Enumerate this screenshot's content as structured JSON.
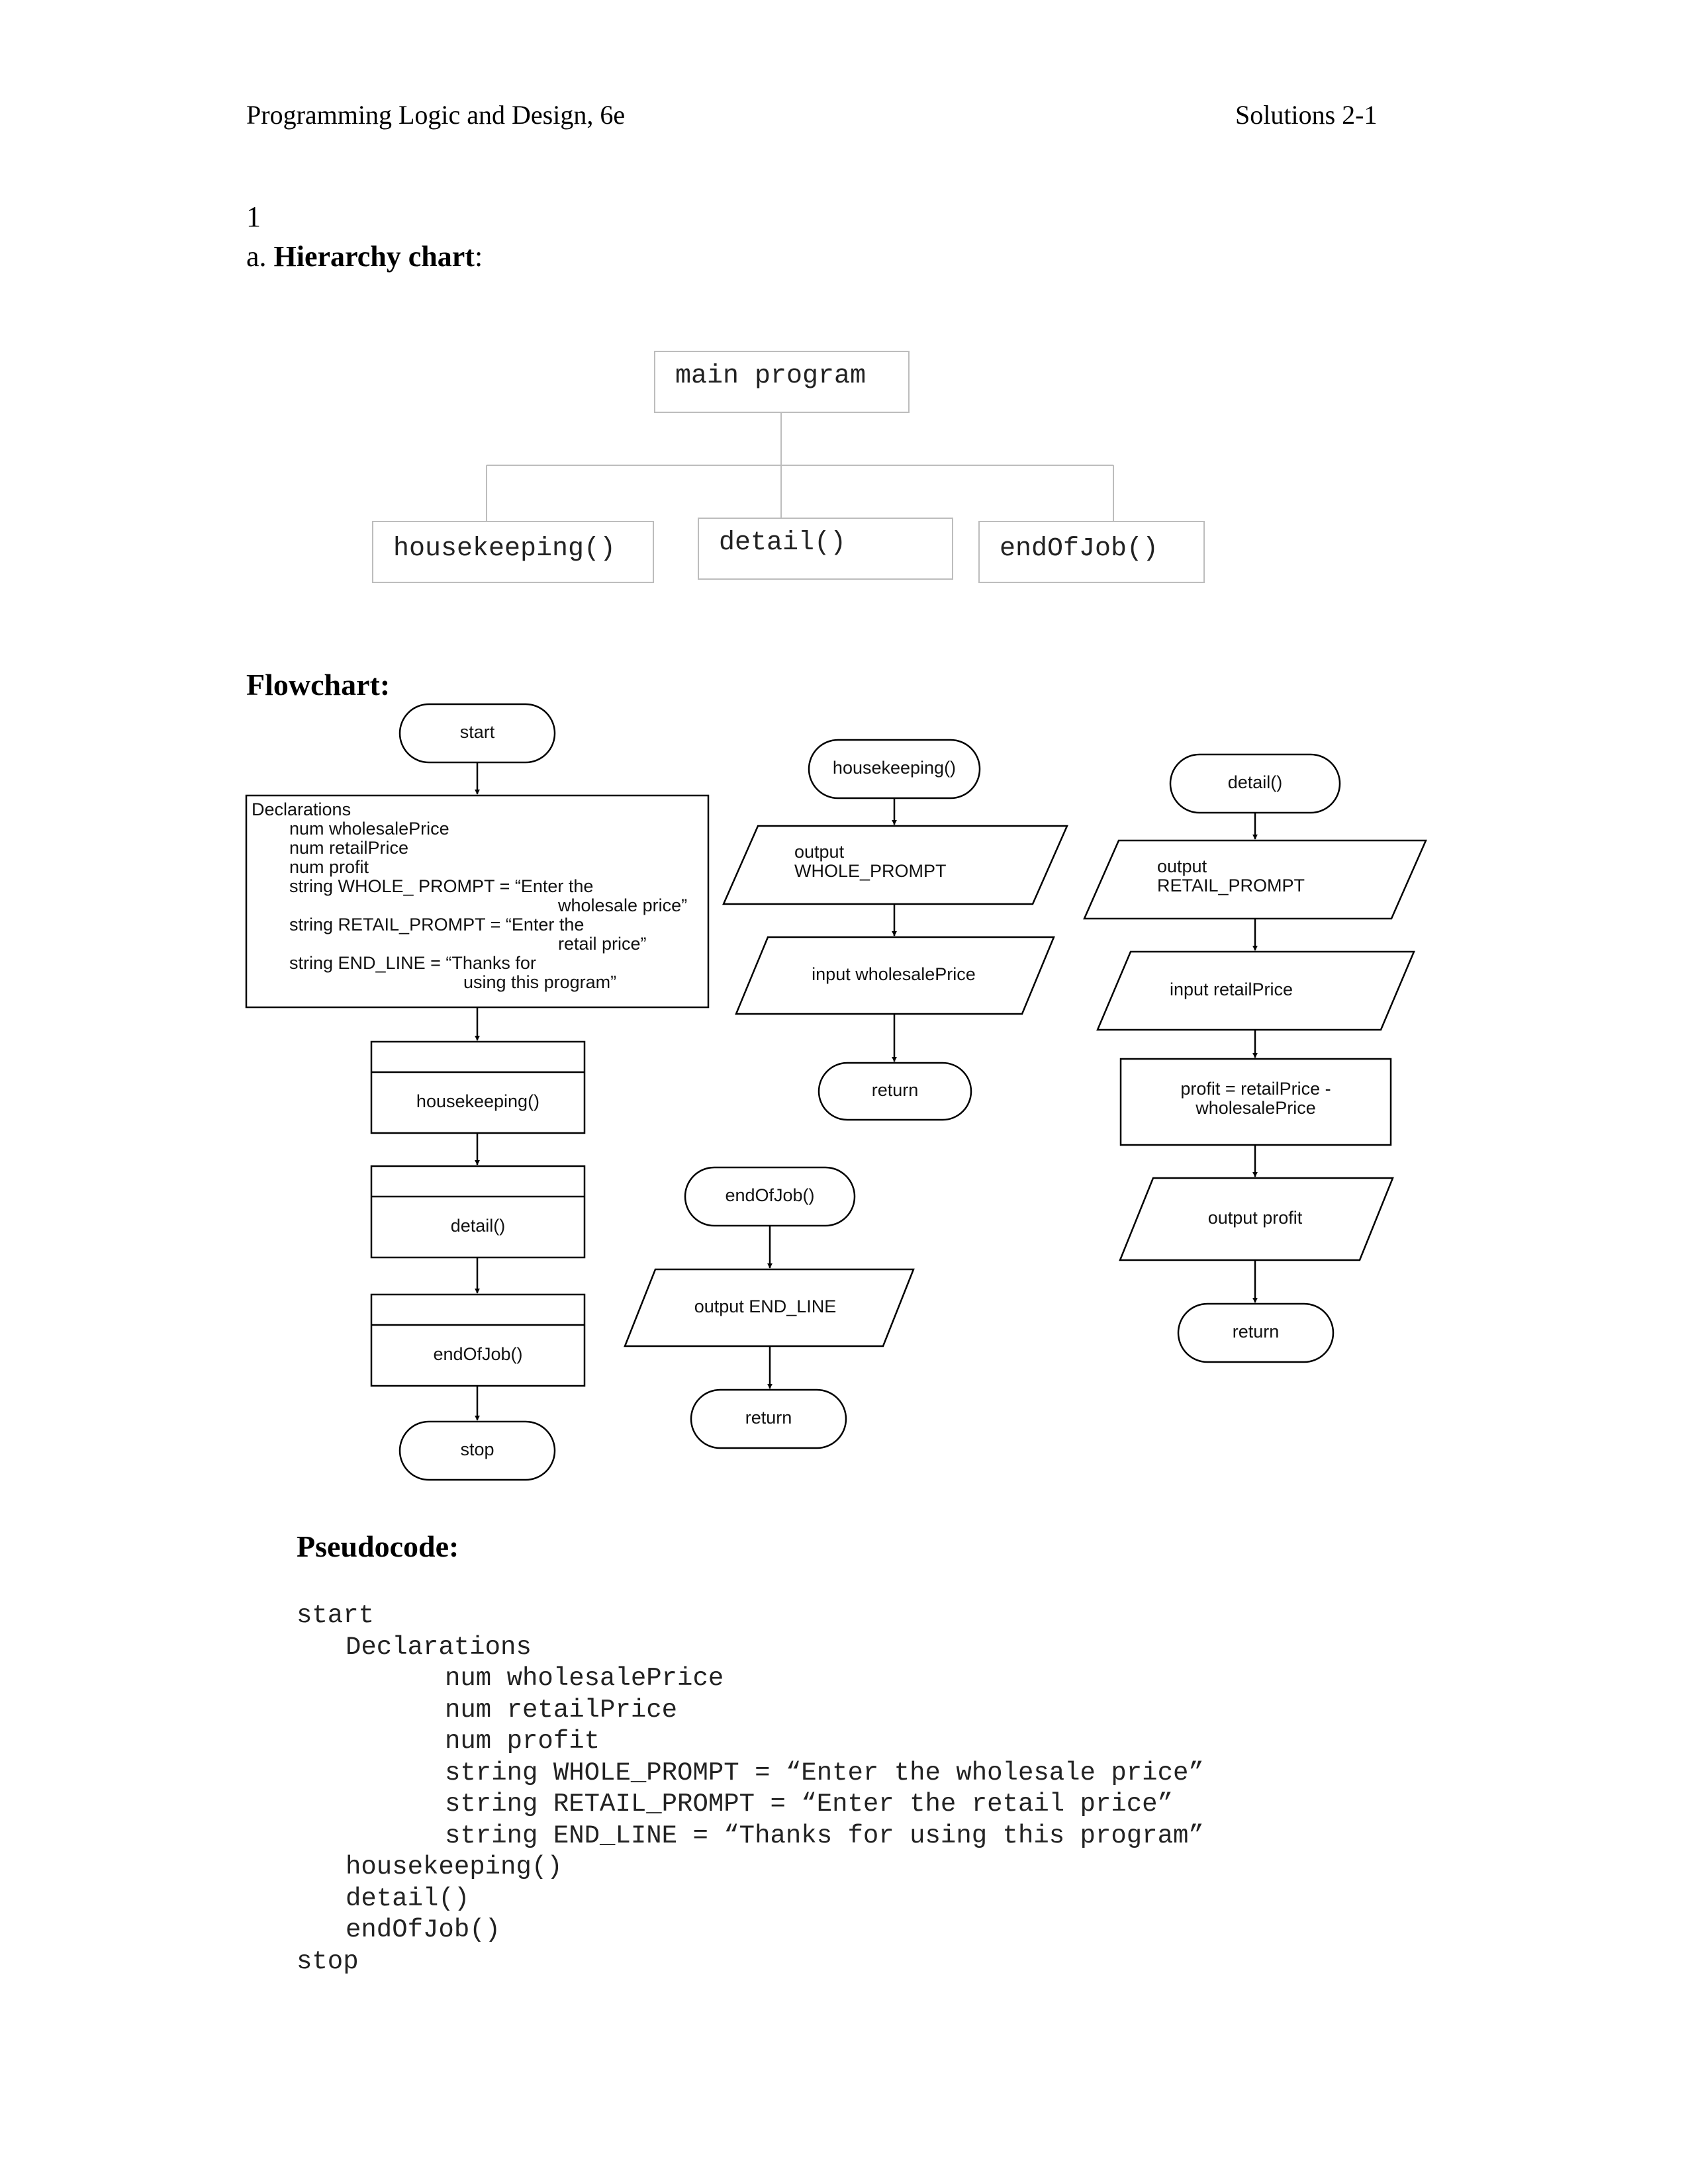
{
  "header": {
    "left": "Programming Logic and Design, 6e",
    "right": "Solutions 2-1"
  },
  "problem_number": "1",
  "section_a": {
    "prefix": "a. ",
    "title": "Hierarchy chart",
    "suffix": ":"
  },
  "hierarchy": {
    "root": "main program",
    "children": [
      "housekeeping()",
      "detail()",
      "endOfJob()"
    ]
  },
  "flowchart_heading": "Flowchart:",
  "flowchart": {
    "main": {
      "start": "start",
      "declarations": [
        "Declarations",
        "num wholesalePrice",
        "num retailPrice",
        "num profit",
        "string WHOLE_ PROMPT = “Enter the",
        "wholesale price”",
        "string RETAIL_PROMPT = “Enter the",
        "retail price”",
        "string END_LINE = “Thanks for",
        "using this program”"
      ],
      "calls": [
        "housekeeping()",
        "detail()",
        "endOfJob()"
      ],
      "stop": "stop"
    },
    "housekeeping": {
      "start": "housekeeping()",
      "output": [
        "output",
        "WHOLE_PROMPT"
      ],
      "input": "input wholesalePrice",
      "return": "return"
    },
    "detail": {
      "start": "detail()",
      "output": [
        "output",
        "RETAIL_PROMPT"
      ],
      "input": "input retailPrice",
      "process": [
        "profit = retailPrice -",
        "wholesalePrice"
      ],
      "output2": "output profit",
      "return": "return"
    },
    "endofjob": {
      "start": "endOfJob()",
      "output": "output END_LINE",
      "return": "return"
    }
  },
  "pseudocode_heading": "Pseudocode:",
  "pseudocode": [
    "start",
    "Declarations",
    "num wholesalePrice",
    "num retailPrice",
    "num profit",
    "string WHOLE_PROMPT = “Enter the wholesale price”",
    "string RETAIL_PROMPT = “Enter the retail price”",
    "string END_LINE = “Thanks for using this program”",
    "housekeeping()",
    "detail()",
    "endOfJob()",
    "stop"
  ]
}
